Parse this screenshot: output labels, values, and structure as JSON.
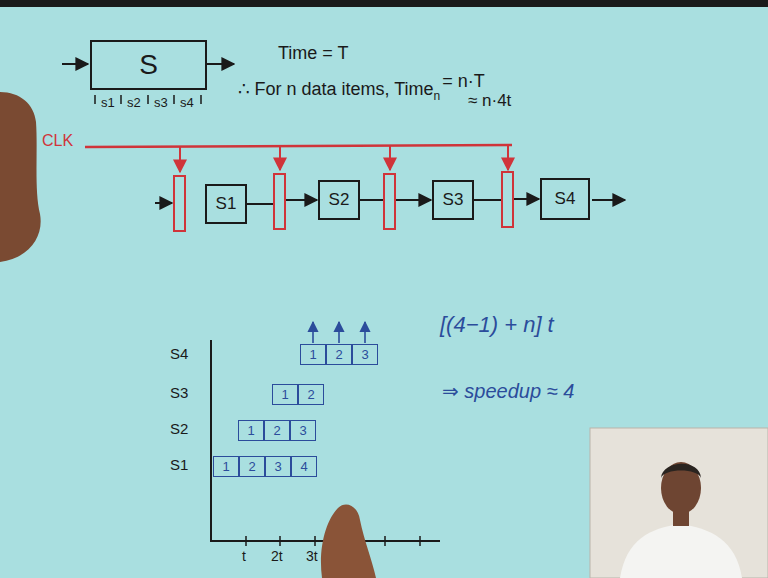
{
  "diagram": {
    "nodes": [
      {
        "text": [
          "S"
        ]
      },
      {
        "text": [
          "S1"
        ]
      },
      {
        "text": [
          "S2"
        ]
      },
      {
        "text": [
          "S3"
        ]
      },
      {
        "text": [
          "S4"
        ]
      },
      {
        "text": [
          "1"
        ]
      },
      {
        "text": [
          "2"
        ]
      },
      {
        "text": [
          "3"
        ]
      },
      {
        "text": [
          "1"
        ]
      },
      {
        "text": [
          "2"
        ]
      },
      {
        "text": [
          "1"
        ]
      },
      {
        "text": [
          "2"
        ]
      },
      {
        "text": [
          "3"
        ]
      },
      {
        "text": [
          "1"
        ]
      },
      {
        "text": [
          "2"
        ]
      },
      {
        "text": [
          "3"
        ]
      },
      {
        "text": [
          "4"
        ]
      }
    ],
    "edges": [
      {
        "from": 1,
        "to": 2,
        "arrow": "to"
      },
      {
        "from": 2,
        "to": 3,
        "arrow": "to"
      },
      {
        "from": 3,
        "to": 4,
        "arrow": "to"
      }
    ],
    "labels": [
      "s1",
      "s2",
      "s3",
      "s4",
      "Time = T",
      "∴ For n data items, Time",
      "n",
      "= n·T",
      "≈ n·4t",
      "CLK",
      "S4",
      "S3",
      "S2",
      "S1",
      "t",
      "2t",
      "3t",
      "[(4−1) + n] t",
      "⇒ speedup ≈ 4"
    ]
  }
}
